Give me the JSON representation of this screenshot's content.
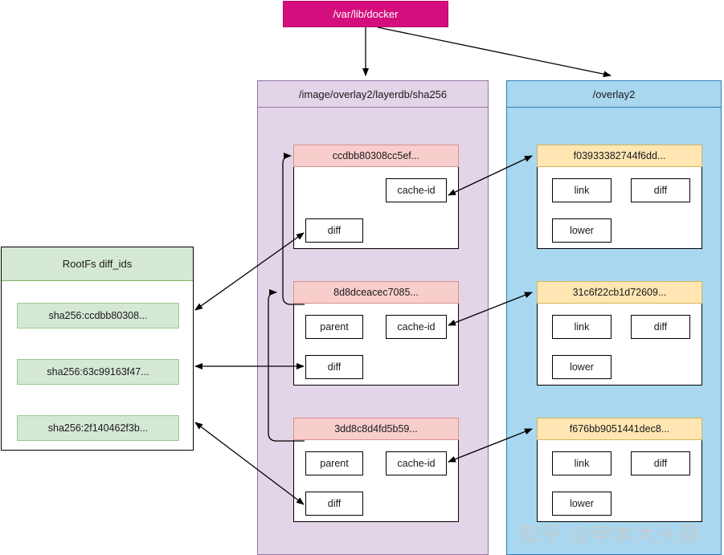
{
  "root": {
    "label": "/var/lib/docker"
  },
  "panels": {
    "layerdb": {
      "title": "/image/overlay2/layerdb/sha256",
      "fill": "#e1d5e7",
      "stroke": "#9673a6"
    },
    "overlay2": {
      "title": "/overlay2",
      "fill": "#a9d7ef",
      "stroke": "#2d7db5"
    }
  },
  "rootfs": {
    "title": "RootFs diff_ids",
    "fill": "#d5e8d4",
    "items": [
      {
        "label": "sha256:ccdbb80308..."
      },
      {
        "label": "sha256:63c99163f47..."
      },
      {
        "label": "sha256:2f140462f3b..."
      }
    ]
  },
  "layerdb_layers": [
    {
      "id": "ccdbb80308cc5ef...",
      "fields": [
        {
          "label": "cache-id"
        },
        {
          "label": "diff"
        }
      ]
    },
    {
      "id": "8d8dceacec7085...",
      "fields": [
        {
          "label": "parent"
        },
        {
          "label": "cache-id"
        },
        {
          "label": "diff"
        }
      ]
    },
    {
      "id": "3dd8c8d4fd5b59...",
      "fields": [
        {
          "label": "parent"
        },
        {
          "label": "cache-id"
        },
        {
          "label": "diff"
        }
      ]
    }
  ],
  "overlay2_layers": [
    {
      "id": "f03933382744f6dd...",
      "fields": [
        {
          "label": "link"
        },
        {
          "label": "diff"
        },
        {
          "label": "lower"
        }
      ]
    },
    {
      "id": "31c6f22cb1d72609...",
      "fields": [
        {
          "label": "link"
        },
        {
          "label": "diff"
        },
        {
          "label": "lower"
        }
      ]
    },
    {
      "id": "f676bb9051441dec8...",
      "fields": [
        {
          "label": "link"
        },
        {
          "label": "diff"
        },
        {
          "label": "lower"
        }
      ]
    }
  ],
  "watermark": {
    "text": "知乎 @申本大头蒜"
  },
  "colors": {
    "root_fill": "#d40f7d",
    "layer_header_layerdb": "#f8cecc",
    "layer_header_overlay2": "#ffe6b3",
    "diffid_fill": "#d5e8d4",
    "arrow": "#000000"
  }
}
